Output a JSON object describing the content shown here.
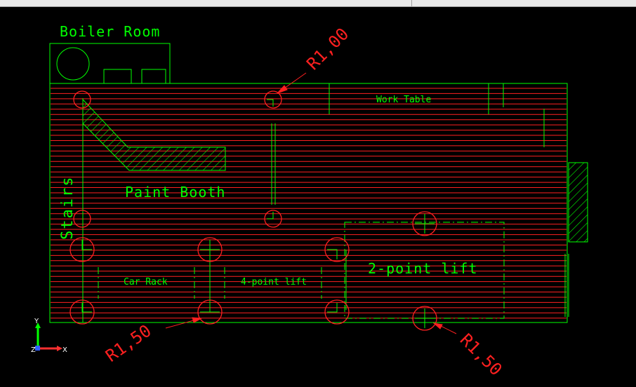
{
  "labels": {
    "boiler_room": "Boiler Room",
    "paint_booth": "Paint Booth",
    "stairs": "Stairs",
    "work_table": "Work Table",
    "car_rack": "Car Rack",
    "four_point_lift": "4-point lift",
    "two_point_lift": "2-point lift"
  },
  "dimensions": {
    "top": "R1,00",
    "bottom_left": "R1,50",
    "bottom_right": "R1,50"
  },
  "axes": {
    "y": "Y",
    "z": "Z",
    "x": "X"
  },
  "colors": {
    "background": "#000000",
    "outline": "#00ff00",
    "hatch": "#ff2020",
    "triad_y": "#00ff00",
    "triad_x": "#ff3030",
    "triad_z": "#3060ff"
  }
}
